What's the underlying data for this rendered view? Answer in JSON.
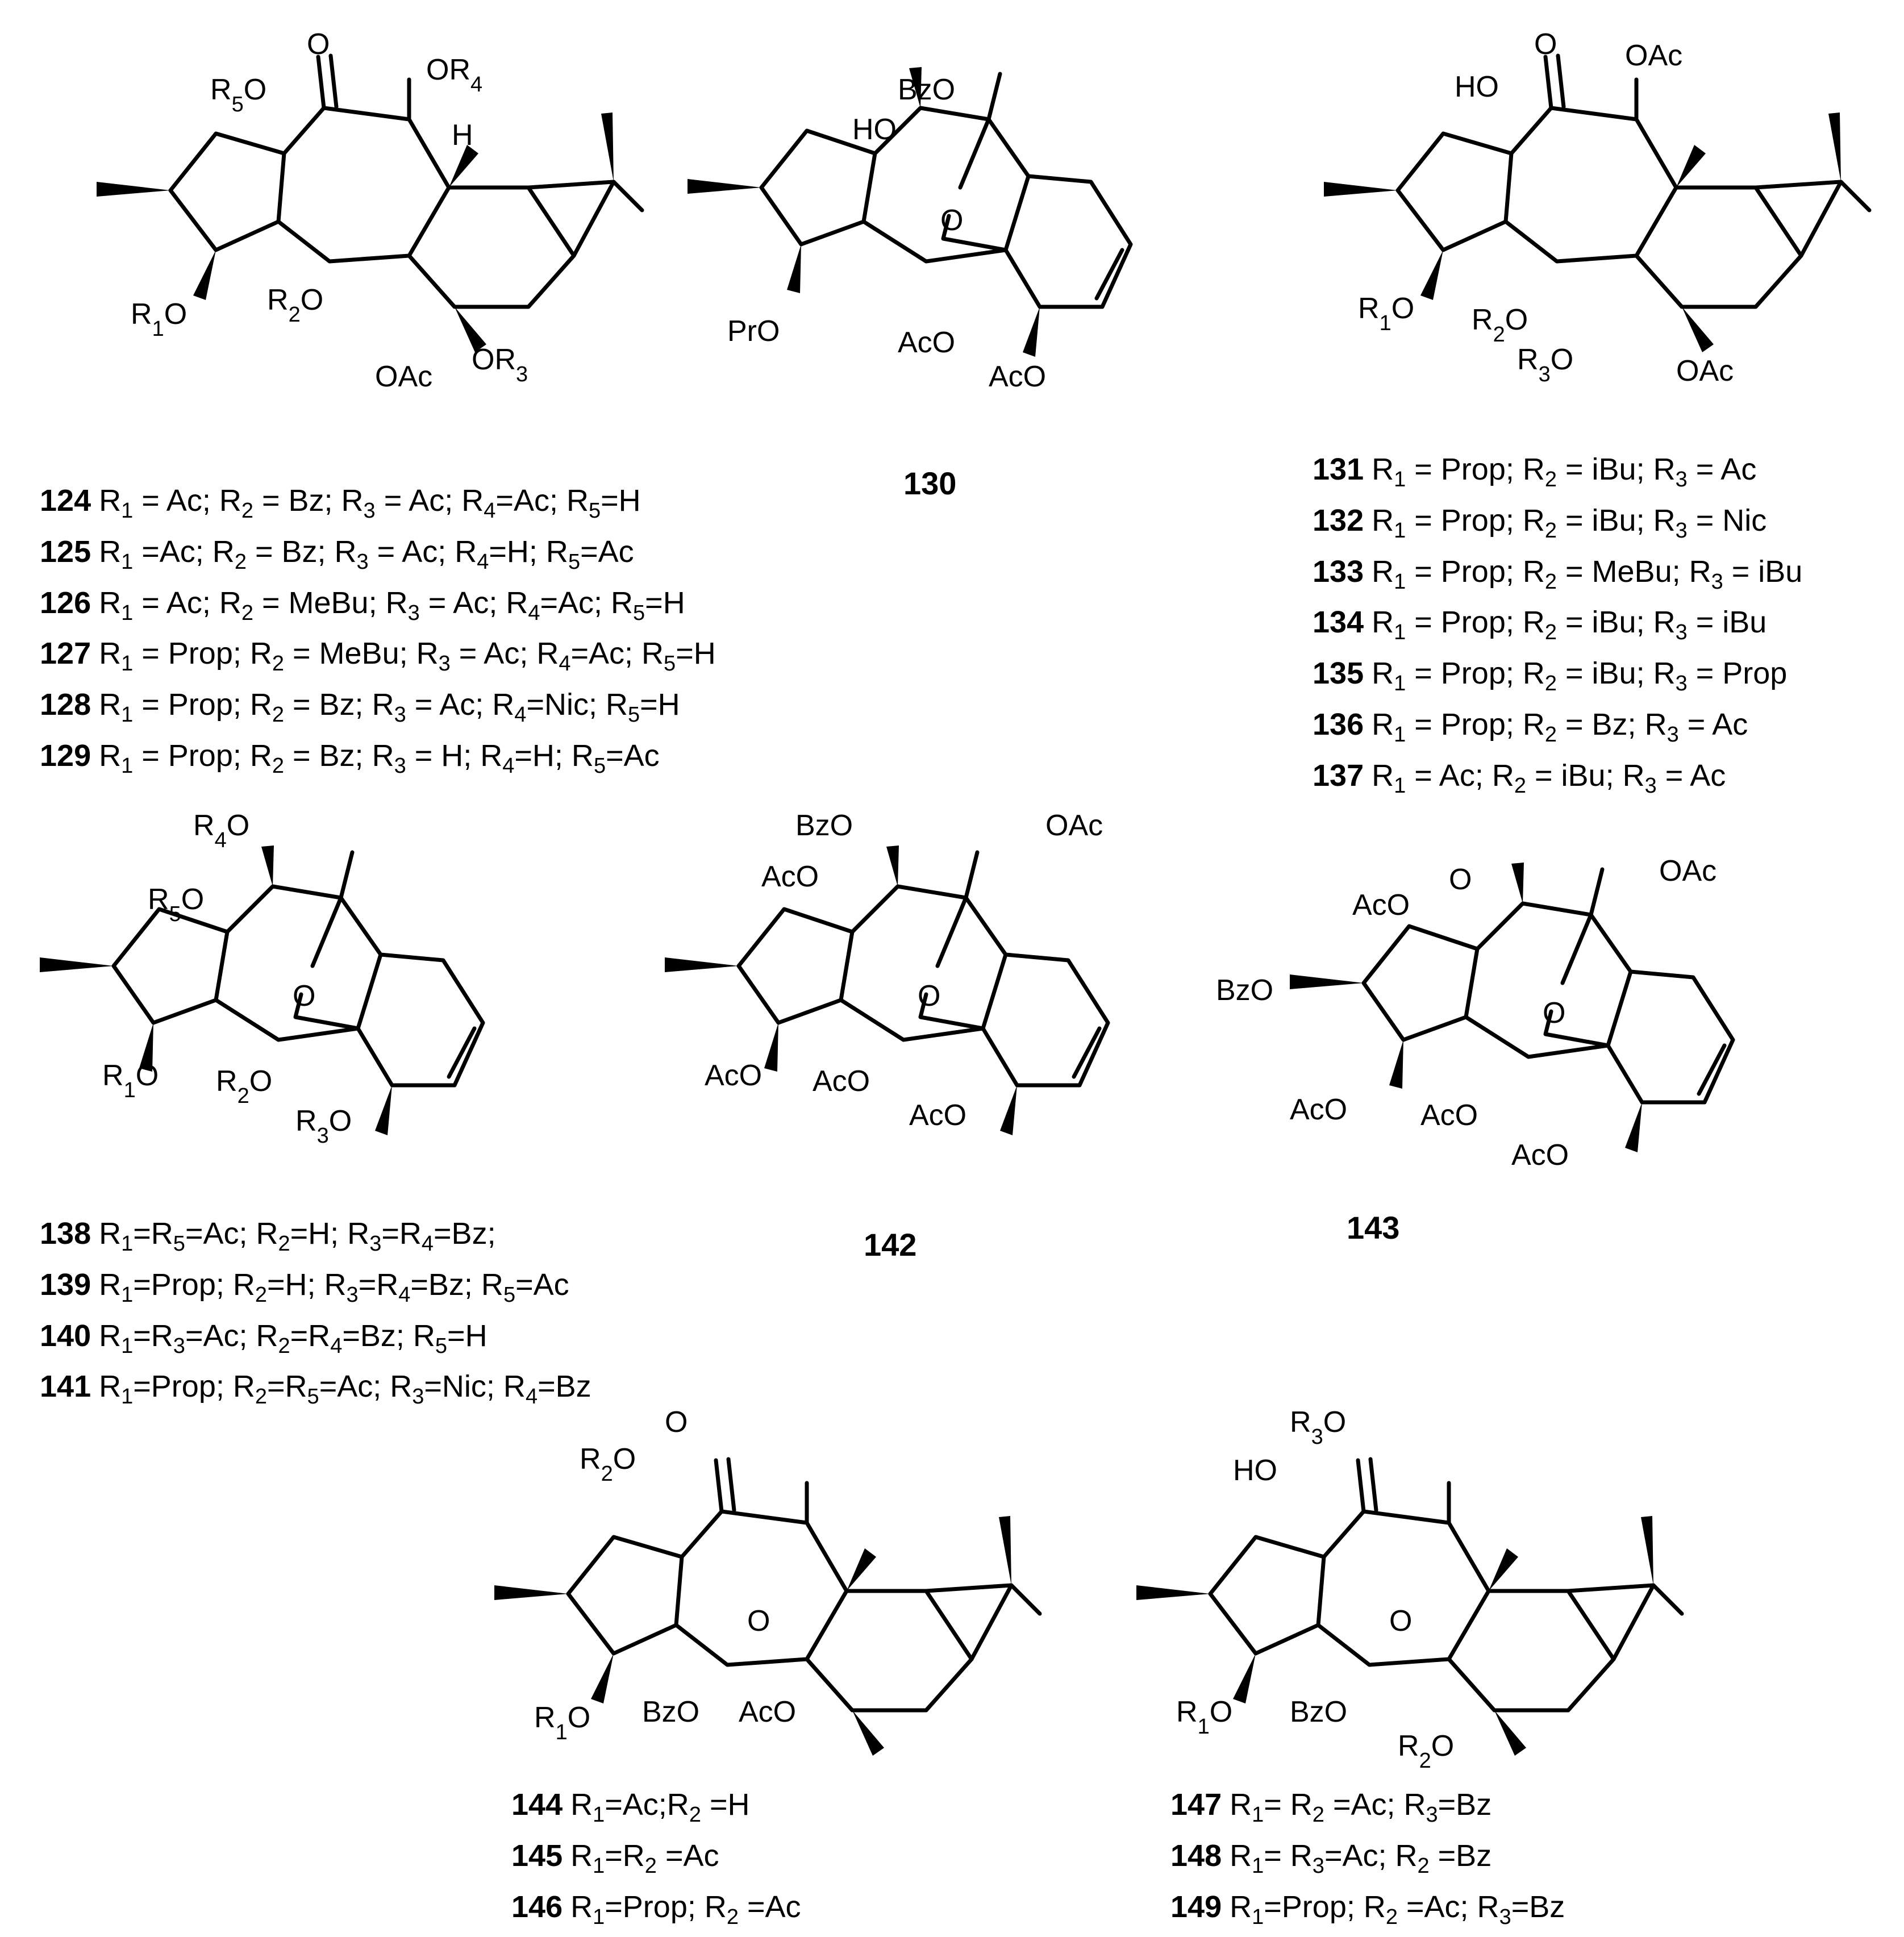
{
  "legends": {
    "g124": [
      {
        "id": "124",
        "text": "R1 = Ac; R2 = Bz; R3 = Ac; R4=Ac; R5=H"
      },
      {
        "id": "125",
        "text": "R1 =Ac; R2 = Bz; R3 = Ac; R4=H; R5=Ac"
      },
      {
        "id": "126",
        "text": "R1 = Ac; R2 = MeBu; R3 = Ac; R4=Ac; R5=H"
      },
      {
        "id": "127",
        "text": "R1 = Prop; R2 = MeBu; R3 = Ac; R4=Ac; R5=H"
      },
      {
        "id": "128",
        "text": "R1 = Prop; R2 = Bz; R3 = Ac; R4=Nic; R5=H"
      },
      {
        "id": "129",
        "text": "R1 = Prop; R2 = Bz; R3 = H; R4=H; R5=Ac"
      }
    ],
    "g131": [
      {
        "id": "131",
        "text": "R1 = Prop; R2 = iBu; R3 = Ac"
      },
      {
        "id": "132",
        "text": "R1 = Prop; R2 = iBu; R3 = Nic"
      },
      {
        "id": "133",
        "text": "R1 = Prop; R2 = MeBu; R3 = iBu"
      },
      {
        "id": "134",
        "text": "R1 = Prop; R2 = iBu; R3 = iBu"
      },
      {
        "id": "135",
        "text": "R1 = Prop; R2 = iBu; R3 = Prop"
      },
      {
        "id": "136",
        "text": "R1 = Prop; R2 = Bz; R3 = Ac"
      },
      {
        "id": "137",
        "text": "R1 = Ac; R2 = iBu; R3 = Ac"
      }
    ],
    "g138": [
      {
        "id": "138",
        "text": "R1=R5=Ac; R2=H; R3=R4=Bz;"
      },
      {
        "id": "139",
        "text": "R1=Prop; R2=H; R3=R4=Bz; R5=Ac"
      },
      {
        "id": "140",
        "text": "R1=R3=Ac; R2=R4=Bz; R5=H"
      },
      {
        "id": "141",
        "text": "R1=Prop; R2=R5=Ac; R3=Nic; R4=Bz"
      }
    ],
    "g144": [
      {
        "id": "144",
        "text": "R1=Ac;R2 =H"
      },
      {
        "id": "145",
        "text": "R1=R2 =Ac"
      },
      {
        "id": "146",
        "text": "R1=Prop; R2 =Ac"
      }
    ],
    "g147": [
      {
        "id": "147",
        "text": "R1= R2 =Ac; R3=Bz"
      },
      {
        "id": "148",
        "text": "R1= R3=Ac; R2 =Bz"
      },
      {
        "id": "149",
        "text": "R1=Prop; R2 =Ac; R3=Bz"
      }
    ]
  },
  "compound_ids": {
    "c130": "130",
    "c142": "142",
    "c143": "143"
  },
  "atom_labels": {
    "O": "O",
    "H": "H",
    "HO": "HO",
    "OAc": "OAc",
    "AcO": "AcO",
    "BzO": "BzO",
    "PrO": "PrO",
    "R1O": "R1O",
    "R2O": "R2O",
    "R3O": "R3O",
    "R4O": "R4O",
    "R5O": "R5O",
    "OR3": "OR3",
    "OR4": "OR4"
  }
}
